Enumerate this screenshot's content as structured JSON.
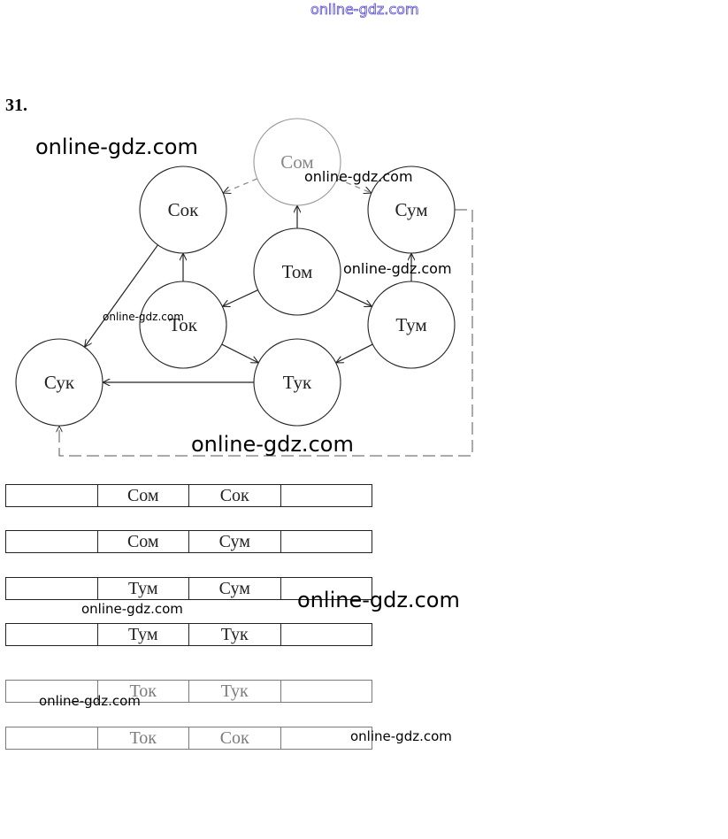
{
  "watermark": "online-gdz.com",
  "problem_number": "31.",
  "nodes": [
    "Сом",
    "Сок",
    "Сум",
    "Том",
    "Ток",
    "Тум",
    "Сук",
    "Тук"
  ],
  "edges": [
    {
      "from": "Том",
      "to": "Сом"
    },
    {
      "from": "Том",
      "to": "Ток"
    },
    {
      "from": "Том",
      "to": "Тум"
    },
    {
      "from": "Ток",
      "to": "Сок"
    },
    {
      "from": "Ток",
      "to": "Тук"
    },
    {
      "from": "Тум",
      "to": "Сум"
    },
    {
      "from": "Тум",
      "to": "Тук"
    },
    {
      "from": "Тук",
      "to": "Сук"
    },
    {
      "from": "Сок",
      "to": "Сук"
    },
    {
      "from": "Сом",
      "to": "Сок",
      "style": "dashed"
    },
    {
      "from": "Сом",
      "to": "Сум",
      "style": "dashed"
    },
    {
      "from": "Сум",
      "to": "Сук",
      "style": "dashed"
    }
  ],
  "chains": [
    [
      "",
      "Сом",
      "Сок",
      ""
    ],
    [
      "",
      "Сом",
      "Сум",
      ""
    ],
    [
      "",
      "Тум",
      "Сум",
      ""
    ],
    [
      "",
      "Тум",
      "Тук",
      ""
    ],
    [
      "",
      "Ток",
      "Тук",
      ""
    ],
    [
      "",
      "Ток",
      "Сок",
      ""
    ]
  ]
}
